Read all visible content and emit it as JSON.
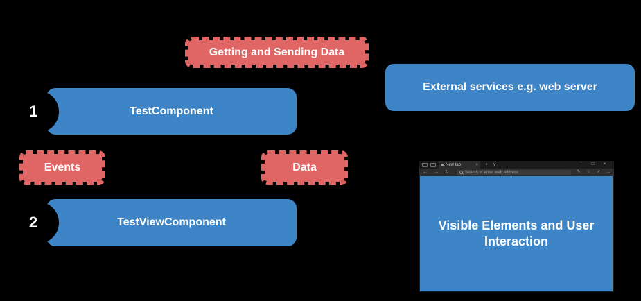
{
  "colors": {
    "background": "#000000",
    "box_blue": "#3d85c6",
    "box_red": "#e06666",
    "text_white": "#ffffff"
  },
  "diagram": {
    "getting_sending_label": "Getting and Sending Data",
    "external_services_label": "External services e.g. web server",
    "test_component": {
      "number": "1",
      "label": "TestComponent"
    },
    "events_label": "Events",
    "data_label": "Data",
    "test_view_component": {
      "number": "2",
      "label": "TestViewComponent"
    }
  },
  "browser": {
    "tab": {
      "title": "New tab"
    },
    "address_bar": {
      "placeholder": "Search or enter web address"
    },
    "content_label": "Visible Elements and User Interaction"
  },
  "icons": {
    "tab_close": "×",
    "new_tab": "+",
    "tab_list_chevron": "∨",
    "minimize": "–",
    "maximize": "□",
    "window_close": "×",
    "back": "←",
    "forward": "→",
    "refresh": "↻",
    "add_notes": "✎",
    "hub": "☆",
    "share": "↗",
    "more": "…"
  }
}
